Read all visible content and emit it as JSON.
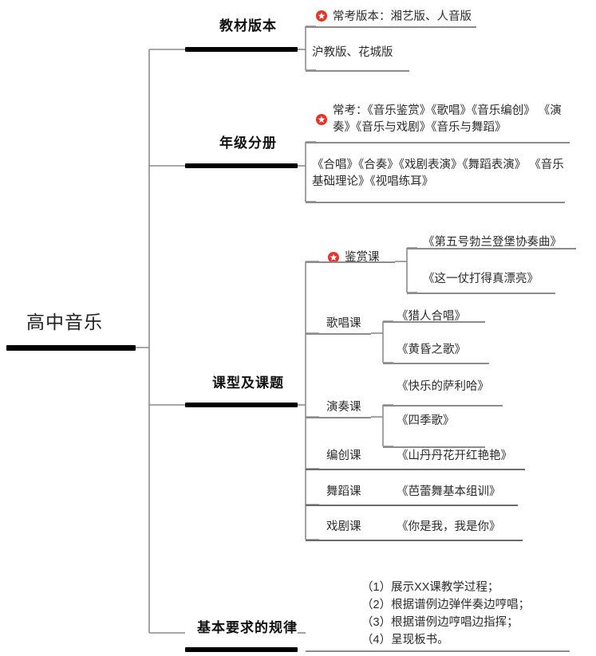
{
  "mindmap": {
    "root": {
      "label": "高中音乐"
    },
    "accent_color": "#e5332a",
    "line_color": "#8c8c8c",
    "branches": [
      {
        "label": "教材版本",
        "children": [
          {
            "text": "常考版本：湘艺版、人音版",
            "starred": true
          },
          {
            "text": "沪教版、花城版",
            "starred": false
          }
        ]
      },
      {
        "label": "年级分册",
        "children": [
          {
            "text": "常考：《音乐鉴赏》《歌唱》《音乐编创》\n《演奏》《音乐与戏剧》《音乐与舞蹈》",
            "starred": true
          },
          {
            "text": "《合唱》《合奏》《戏剧表演》《舞蹈表演》\n《音乐基础理论》《视唱练耳》",
            "starred": false
          }
        ]
      },
      {
        "label": "课型及课题",
        "lessons": [
          {
            "name": "鉴赏课",
            "starred": true,
            "topics": [
              "《第五号勃兰登堡协奏曲》",
              "《这一仗打得真漂亮》"
            ]
          },
          {
            "name": "歌唱课",
            "starred": false,
            "topics": [
              "《猎人合唱》",
              "《黄昏之歌》"
            ]
          },
          {
            "name": "演奏课",
            "starred": false,
            "topics": [
              "《快乐的萨利哈》",
              "《四季歌》"
            ]
          },
          {
            "name": "编创课",
            "starred": false,
            "topics": [
              "《山丹丹花开红艳艳》"
            ]
          },
          {
            "name": "舞蹈课",
            "starred": false,
            "topics": [
              "《芭蕾舞基本组训》"
            ]
          },
          {
            "name": "戏剧课",
            "starred": false,
            "topics": [
              "《你是我，我是你》"
            ]
          }
        ]
      },
      {
        "label": "基本要求的规律",
        "requirements": [
          "（1）展示XX课教学过程；",
          "（2）根据谱例边弹伴奏边哼唱；",
          "（3）根据谱例边哼唱边指挥；",
          "（4）呈现板书。"
        ]
      }
    ]
  }
}
